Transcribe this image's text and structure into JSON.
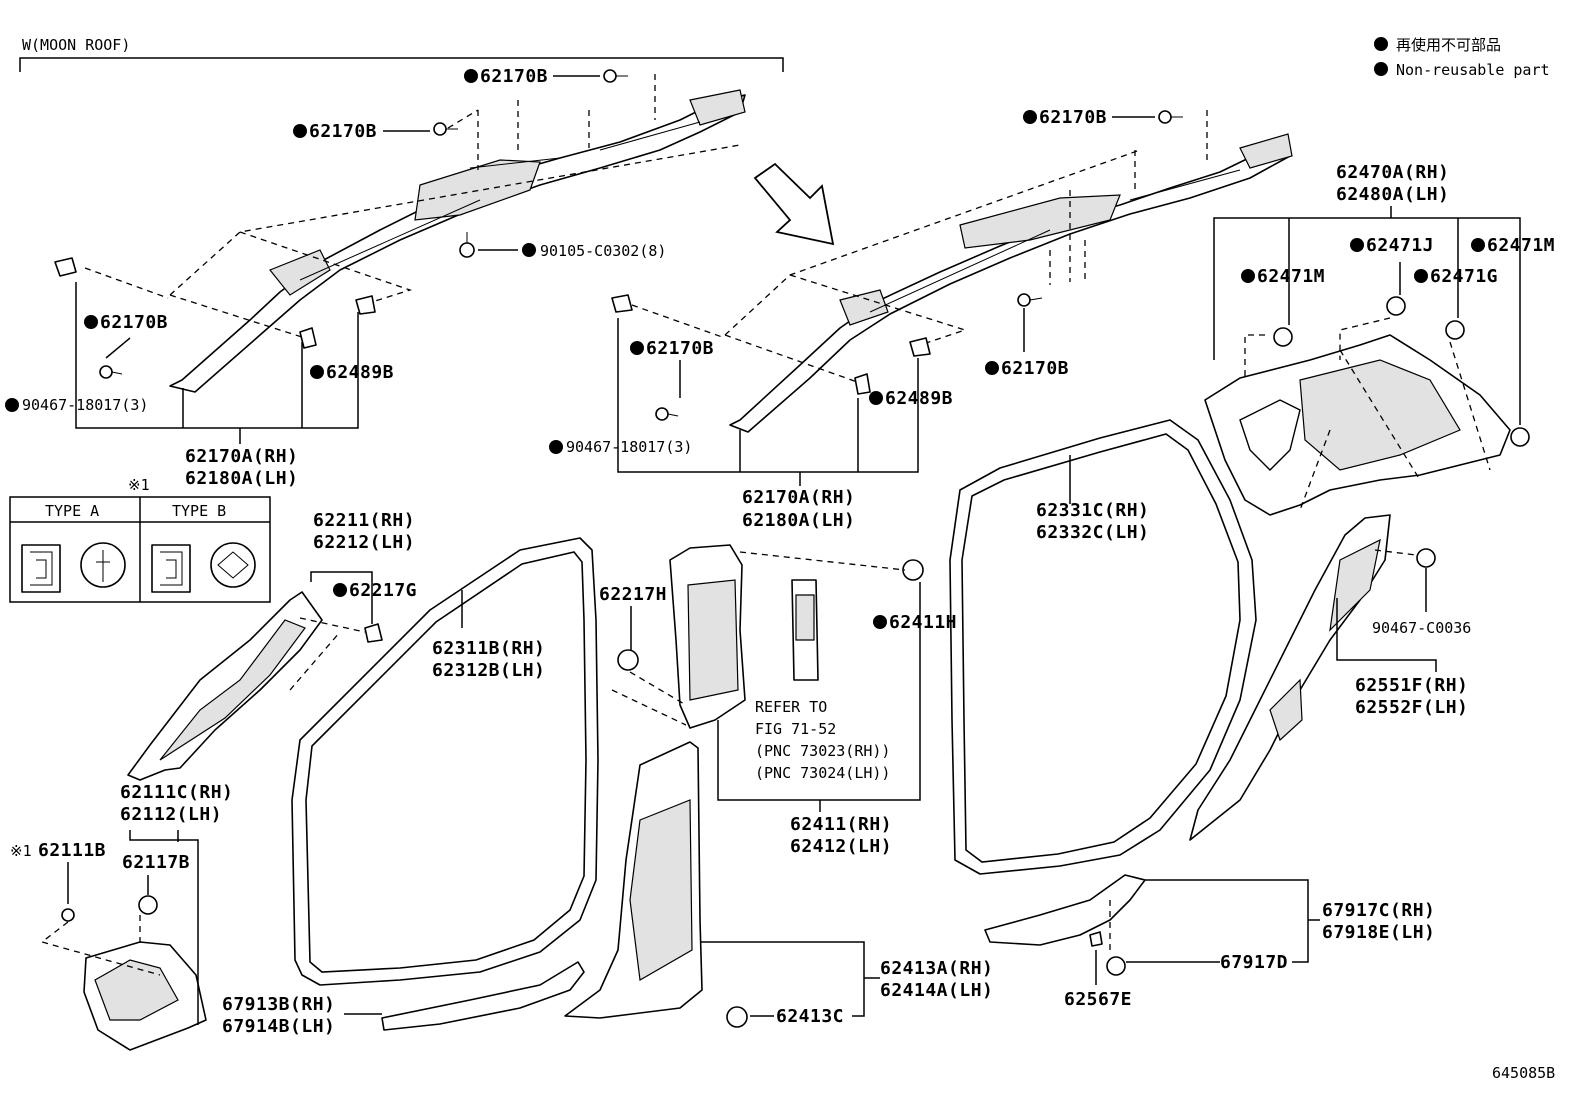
{
  "header": {
    "variant": "W(MOON ROOF)",
    "legend_jp": "再使用不可部品",
    "legend_en": "Non-reusable part",
    "figure_code": "645085B"
  },
  "type_table": {
    "marker": "※1",
    "type_a": "TYPE A",
    "type_b": "TYPE B"
  },
  "labels": {
    "l_62170B_1": "62170B",
    "l_62170B_2": "62170B",
    "l_90105": "90105-C0302(8)",
    "l_62170B_3": "62170B",
    "l_62489B_1": "62489B",
    "l_90467_1": "90467-18017(3)",
    "l_62170A_1": "62170A(RH)",
    "l_62180A_1": "62180A(LH)",
    "l_62170B_4": "62170B",
    "l_62170B_5": "62170B",
    "l_62170B_6": "62170B",
    "l_62489B_2": "62489B",
    "l_90467_2": "90467-18017(3)",
    "l_62170A_2": "62170A(RH)",
    "l_62180A_2": "62180A(LH)",
    "l_62470A": "62470A(RH)",
    "l_62480A": "62480A(LH)",
    "l_62471J": "62471J",
    "l_62471M_1": "62471M",
    "l_62471M_2": "62471M",
    "l_62471G": "62471G",
    "l_62211": "62211(RH)",
    "l_62212": "62212(LH)",
    "l_62217G": "62217G",
    "l_62311B": "62311B(RH)",
    "l_62312B": "62312B(LH)",
    "l_62217H": "62217H",
    "l_62411H": "62411H",
    "l_refer1": "REFER TO",
    "l_refer2": "FIG 71-52",
    "l_refer3": "(PNC 73023(RH))",
    "l_refer4": "(PNC 73024(LH))",
    "l_62411": "62411(RH)",
    "l_62412": "62412(LH)",
    "l_62331C": "62331C(RH)",
    "l_62332C": "62332C(LH)",
    "l_90467_C0036": "90467-C0036",
    "l_62551F": "62551F(RH)",
    "l_62552F": "62552F(LH)",
    "l_62111C": "62111C(RH)",
    "l_62112": "62112(LH)",
    "l_62111B": "62111B",
    "l_62117B": "62117B",
    "l_67913B": "67913B(RH)",
    "l_67914B": "67914B(LH)",
    "l_62413A": "62413A(RH)",
    "l_62414A": "62414A(LH)",
    "l_62413C": "62413C",
    "l_67917C": "67917C(RH)",
    "l_67918E": "67918E(LH)",
    "l_67917D": "67917D",
    "l_62567E": "62567E"
  },
  "non_reusable_marker": "●",
  "icons": [
    "arrow-icon",
    "push-clip-type-a-icon",
    "push-clip-type-b-icon"
  ]
}
